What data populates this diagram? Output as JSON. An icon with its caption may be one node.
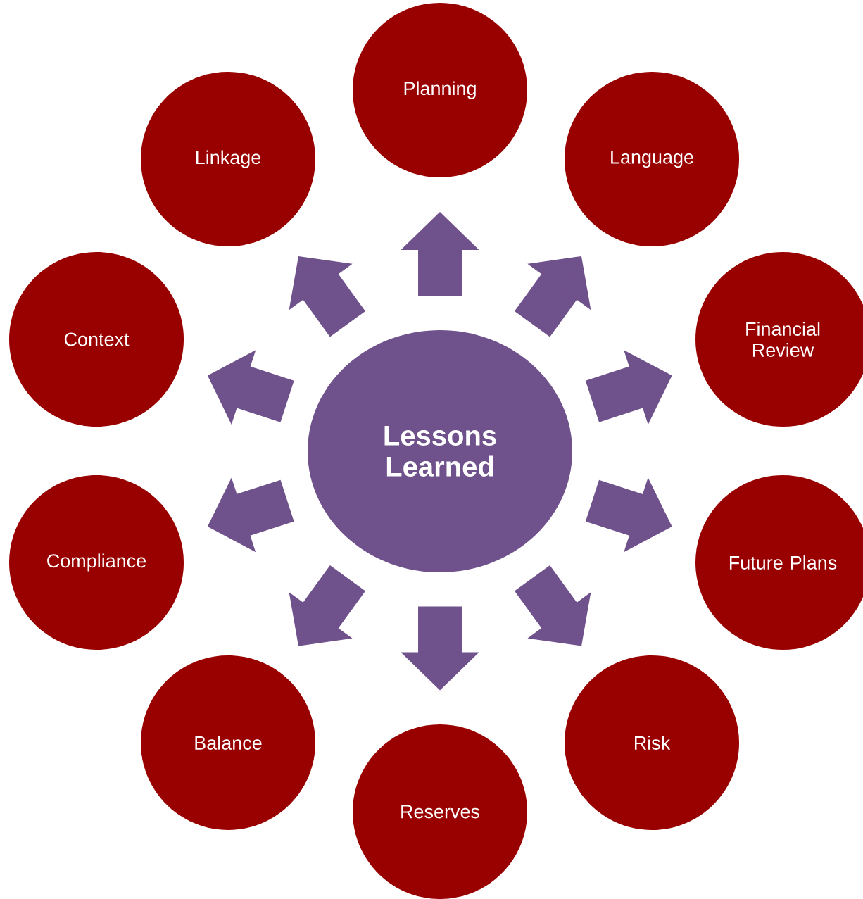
{
  "diagram": {
    "nodes": [
      {
        "text": [
          "Lessons Learned"
        ]
      },
      {
        "text": [
          "Planning"
        ]
      },
      {
        "text": [
          "Language"
        ]
      },
      {
        "text": [
          "Financial Review"
        ]
      },
      {
        "text": [
          "Future Plans"
        ]
      },
      {
        "text": [
          "Risk"
        ]
      },
      {
        "text": [
          "Reserves"
        ]
      },
      {
        "text": [
          "Balance"
        ]
      },
      {
        "text": [
          "Compliance"
        ]
      },
      {
        "text": [
          "Context"
        ]
      },
      {
        "text": [
          "Linkage"
        ]
      }
    ],
    "edges": [
      {
        "from": 0,
        "to": 1,
        "arrow": "to"
      },
      {
        "from": 0,
        "to": 2,
        "arrow": "to"
      },
      {
        "from": 0,
        "to": 3,
        "arrow": "to"
      },
      {
        "from": 0,
        "to": 4,
        "arrow": "to"
      },
      {
        "from": 0,
        "to": 5,
        "arrow": "to"
      },
      {
        "from": 0,
        "to": 6,
        "arrow": "to"
      },
      {
        "from": 0,
        "to": 7,
        "arrow": "to"
      },
      {
        "from": 0,
        "to": 8,
        "arrow": "to"
      },
      {
        "from": 0,
        "to": 9,
        "arrow": "to"
      },
      {
        "from": 0,
        "to": 10,
        "arrow": "to"
      }
    ]
  }
}
